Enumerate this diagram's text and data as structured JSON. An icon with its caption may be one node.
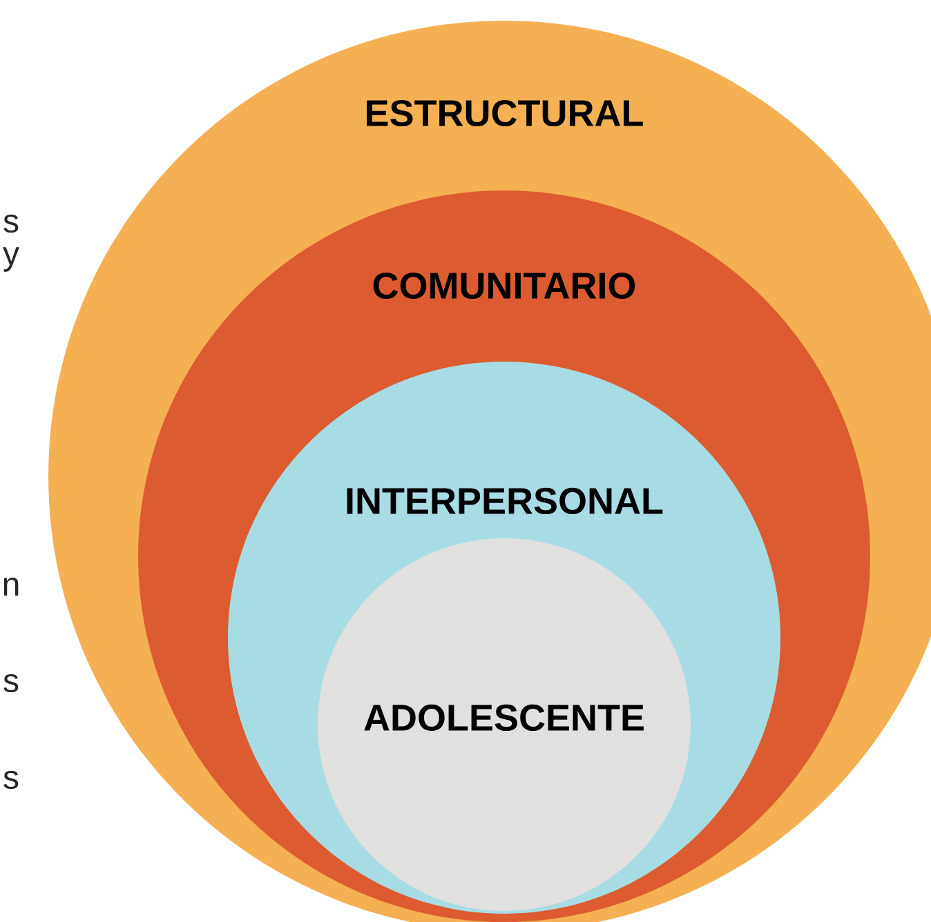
{
  "diagram": {
    "nodes": [
      {
        "text": [
          "ESTRUCTURAL"
        ]
      },
      {
        "text": [
          "COMUNITARIO"
        ],
        "in": 0
      },
      {
        "text": [
          "INTERPERSONAL"
        ],
        "in": 1
      },
      {
        "text": [
          "ADOLESCENTE"
        ],
        "in": 2
      }
    ],
    "labels": [
      "s",
      "y",
      "n",
      "s",
      "s"
    ]
  }
}
